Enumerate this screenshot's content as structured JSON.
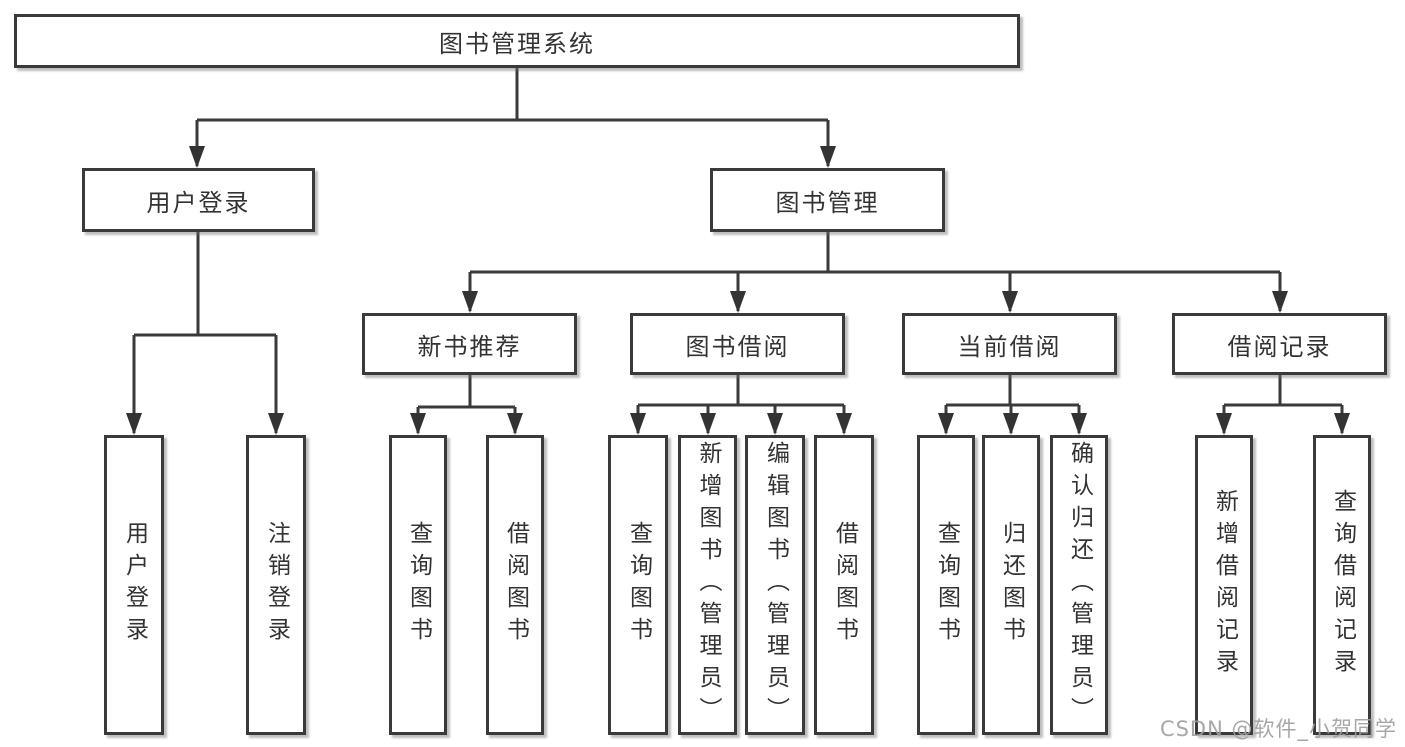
{
  "tree": {
    "root": {
      "label": "图书管理系统"
    },
    "branches": [
      {
        "label": "用户登录",
        "children": [
          {
            "label": "用户登录"
          },
          {
            "label": "注销登录"
          }
        ]
      },
      {
        "label": "图书管理",
        "sections": [
          {
            "label": "新书推荐",
            "children": [
              {
                "label": "查询图书"
              },
              {
                "label": "借阅图书"
              }
            ]
          },
          {
            "label": "图书借阅",
            "children": [
              {
                "label": "查询图书"
              },
              {
                "label": "新增图书（管理员）"
              },
              {
                "label": "编辑图书（管理员）"
              },
              {
                "label": "借阅图书"
              }
            ]
          },
          {
            "label": "当前借阅",
            "children": [
              {
                "label": "查询图书"
              },
              {
                "label": "归还图书"
              },
              {
                "label": "确认归还（管理员）"
              }
            ]
          },
          {
            "label": "借阅记录",
            "children": [
              {
                "label": "新增借阅记录"
              },
              {
                "label": "查询借阅记录"
              }
            ]
          }
        ]
      }
    ]
  },
  "watermark": {
    "text": "CSDN @软件_小贺同学"
  },
  "colors": {
    "border": "#3a3a3a",
    "text": "#333333",
    "arrow": "#333333",
    "watermark": "#9e9e9e",
    "background": "#ffffff"
  }
}
